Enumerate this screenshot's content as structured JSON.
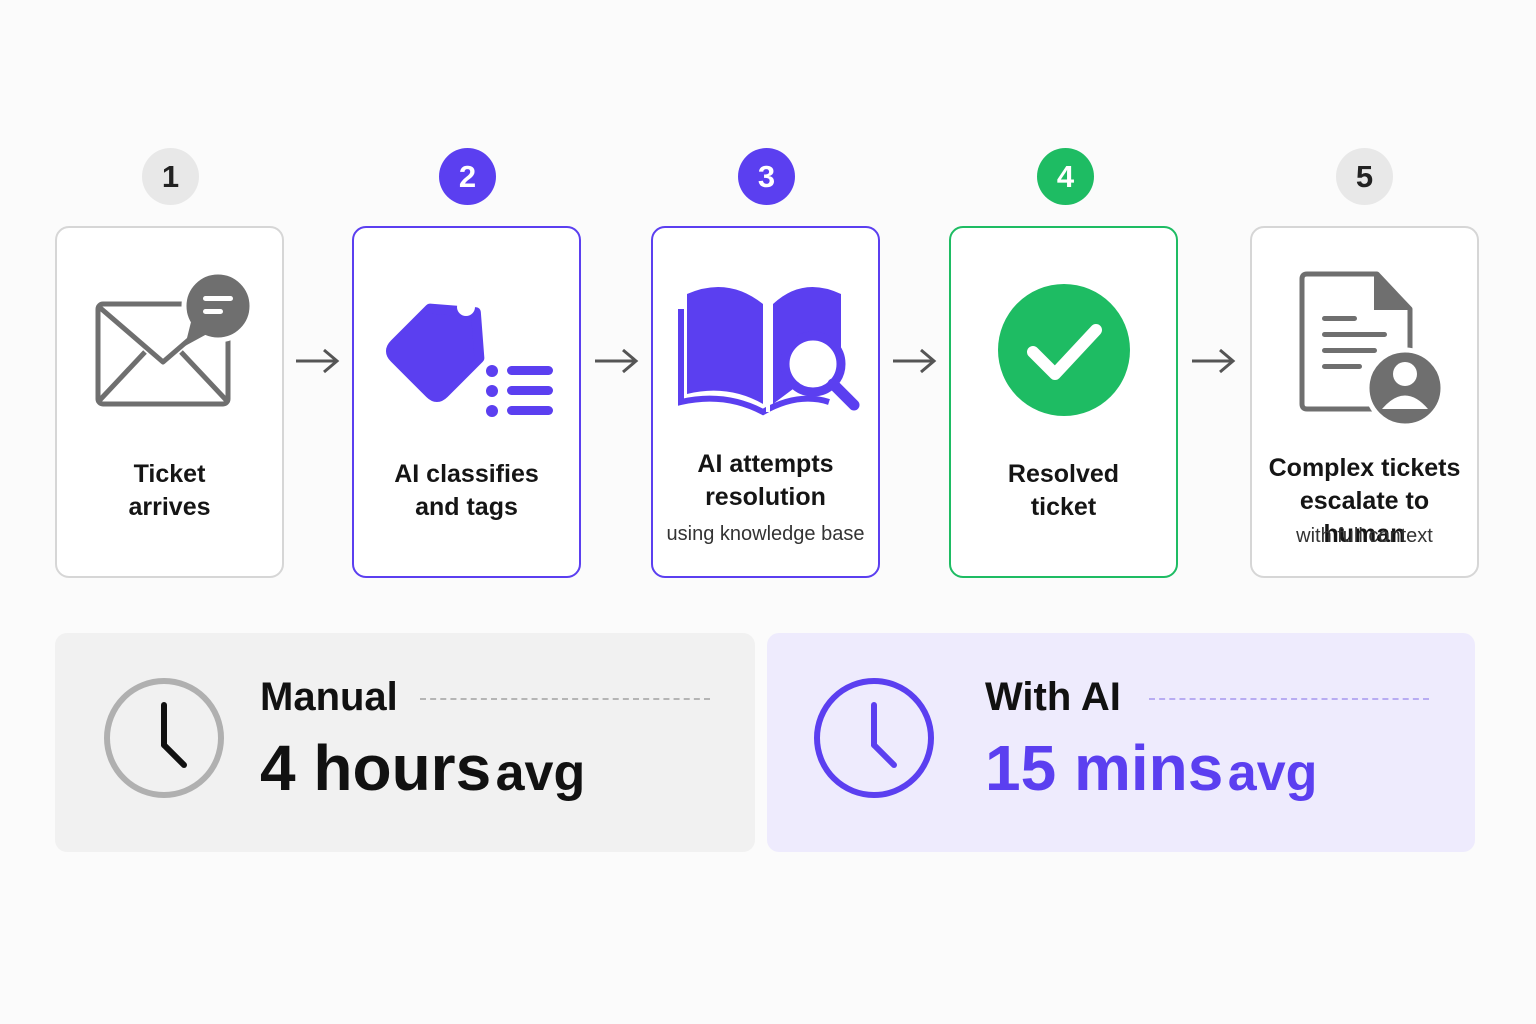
{
  "steps": [
    {
      "number": "1",
      "title_lines": [
        "Ticket",
        "arrives"
      ],
      "subtitle": "",
      "icon": "envelope-chat-icon"
    },
    {
      "number": "2",
      "title_lines": [
        "AI classifies",
        "and tags"
      ],
      "subtitle": "",
      "icon": "tag-list-icon"
    },
    {
      "number": "3",
      "title_lines": [
        "AI attempts",
        "resolution"
      ],
      "subtitle": "using knowledge base",
      "icon": "book-search-icon"
    },
    {
      "number": "4",
      "title_lines": [
        "Resolved",
        "ticket"
      ],
      "subtitle": "",
      "icon": "check-circle-icon"
    },
    {
      "number": "5",
      "title_lines": [
        "Complex tickets",
        "escalate to human"
      ],
      "subtitle": "with full context",
      "icon": "document-user-icon"
    }
  ],
  "comparison": {
    "manual": {
      "label": "Manual",
      "value": "4 hours",
      "unit": "avg",
      "icon": "clock-icon"
    },
    "ai": {
      "label": "With AI",
      "value": "15 mins",
      "unit": "avg",
      "icon": "clock-icon"
    }
  },
  "colors": {
    "purple": "#5b3ff0",
    "green": "#1ebc63",
    "gray": "#6f6f6f",
    "ai_background": "#eeebfd",
    "manual_background": "#f1f1f1"
  }
}
